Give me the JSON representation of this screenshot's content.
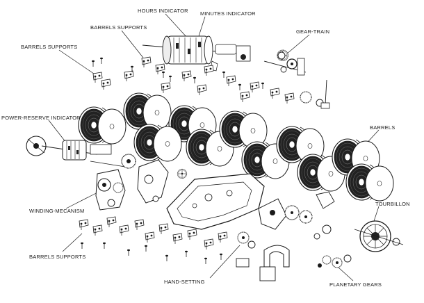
{
  "labels": {
    "hours_indicator": "HOURS INDICATOR",
    "minutes_indicator": "MINUTES INDICATOR",
    "barrels_supports_top": "BARRELS SUPPORTS",
    "gear_train": "GEAR-TRAIN",
    "barrels_supports_left": "BARRELS SUPPORTS",
    "power_reserve_indicator": "POWER-RESERVE INDICATOR",
    "barrels": "BARRELS",
    "winding_mecanism": "WINDING-MECANISM",
    "tourbillon": "TOURBILLON",
    "barrels_supports_bottom": "BARRELS SUPPORTS",
    "hand_setting": "HAND-SETTING",
    "planetary_gears": "PLANETARY GEARS"
  },
  "colors": {
    "ink": "#1a1a1a",
    "paper": "#ffffff",
    "spring_dark": "#222222"
  }
}
